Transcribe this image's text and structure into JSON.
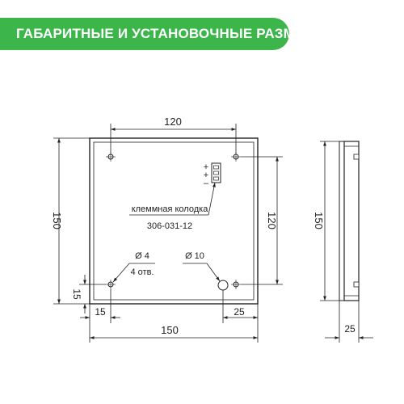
{
  "header": {
    "title": "ГАБАРИТНЫЕ И УСТАНОВОЧНЫЕ РАЗМЕРЫ",
    "background_color": "#3cb64a",
    "text_color": "#ffffff"
  },
  "front_view": {
    "dim_top": "120",
    "dim_left": "150",
    "dim_right": "120",
    "dim_bottom": "150",
    "dim_bottom_left": "15",
    "dim_bottom_right": "25",
    "dim_side_left": "15",
    "label_terminal": "клеммная колодка",
    "label_terminal_code": "306-031-12",
    "label_hole_small": "Ø 4",
    "label_hole_small_count": "4 отв.",
    "label_hole_large": "Ø 10",
    "polarity_minus": "–",
    "polarity_plus_1": "+",
    "polarity_plus_2": "+"
  },
  "side_view": {
    "dim_height": "150",
    "dim_depth": "25"
  },
  "colors": {
    "line": "#222222",
    "accent": "#3cb64a"
  }
}
